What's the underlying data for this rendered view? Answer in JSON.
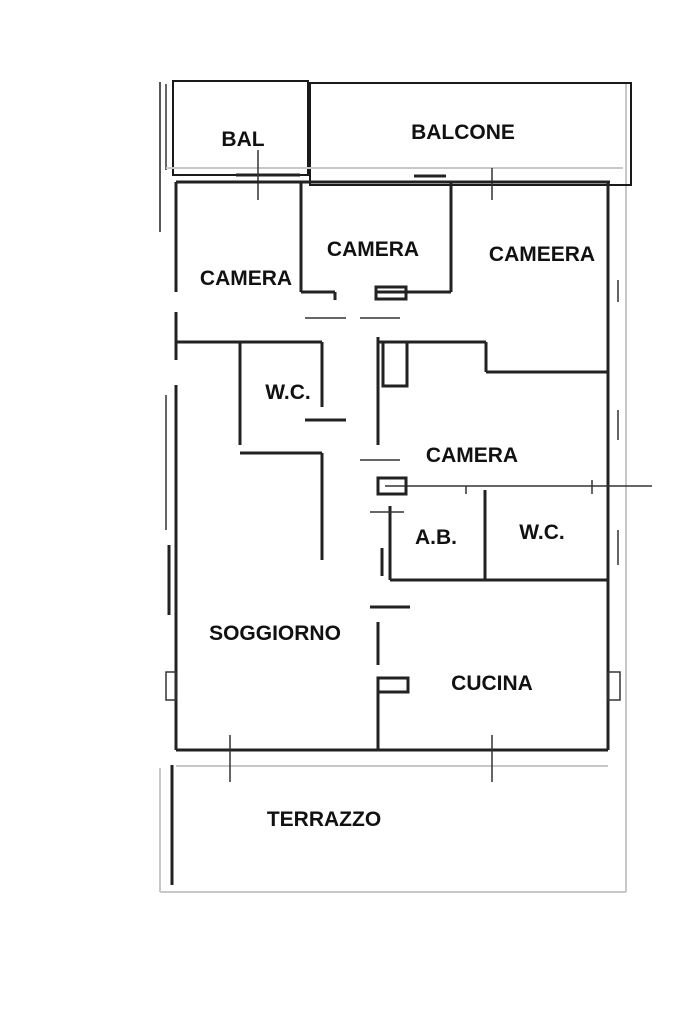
{
  "rooms": {
    "bal": "BAL",
    "balcone": "BALCONE",
    "camera_top_middle": "CAMERA",
    "cameera": "CAMEERA",
    "camera_left": "CAMERA",
    "wc_left": "W.C.",
    "camera_center": "CAMERA",
    "ab": "A.B.",
    "wc_right": "W.C.",
    "soggiorno": "SOGGIORNO",
    "cucina": "CUCINA",
    "terrazzo": "TERRAZZO"
  }
}
